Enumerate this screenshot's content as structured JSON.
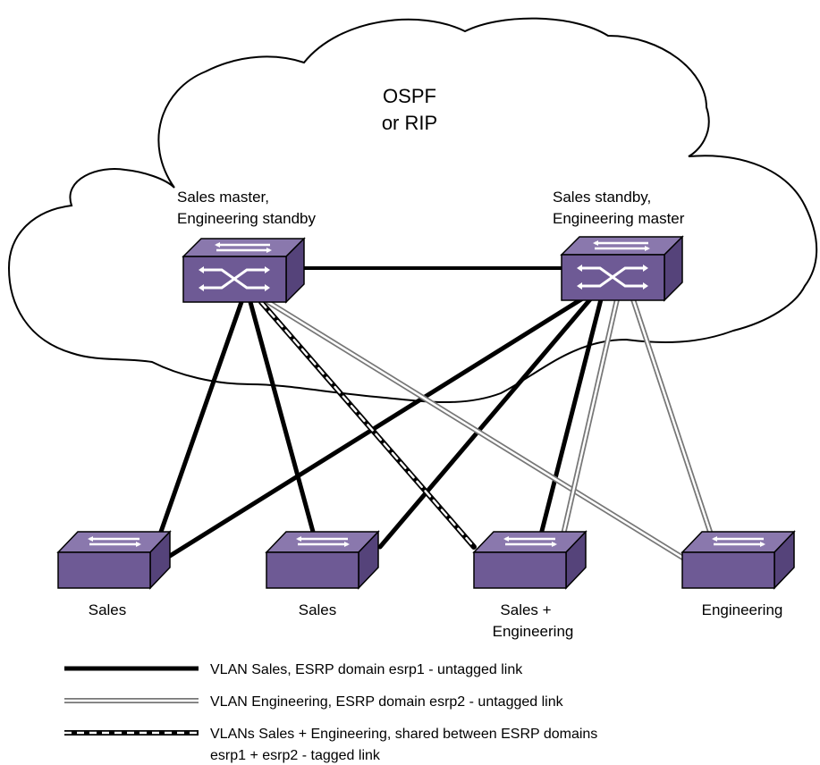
{
  "cloud": {
    "label_line1": "OSPF",
    "label_line2": "or RIP"
  },
  "core_switches": {
    "left": {
      "label_line1": "Sales master,",
      "label_line2": "Engineering standby"
    },
    "right": {
      "label_line1": "Sales standby,",
      "label_line2": "Engineering master"
    }
  },
  "edge_switches": [
    {
      "label_line1": "Sales"
    },
    {
      "label_line1": "Sales"
    },
    {
      "label_line1": "Sales +",
      "label_line2": "Engineering"
    },
    {
      "label_line1": "Engineering"
    }
  ],
  "legend": [
    {
      "style": "solid-black",
      "text": "VLAN Sales, ESRP domain esrp1 - untagged link"
    },
    {
      "style": "double-gray",
      "text": "VLAN Engineering, ESRP domain esrp2 - untagged link"
    },
    {
      "style": "dashed-black",
      "text": "VLANs Sales + Engineering, shared between ESRP domains",
      "text2": "esrp1 + esrp2 - tagged link"
    }
  ],
  "colors": {
    "switch_fill": "#6e5a95",
    "switch_top": "#8a78ad",
    "link_black": "#000000",
    "link_gray": "#b3b3b3"
  }
}
